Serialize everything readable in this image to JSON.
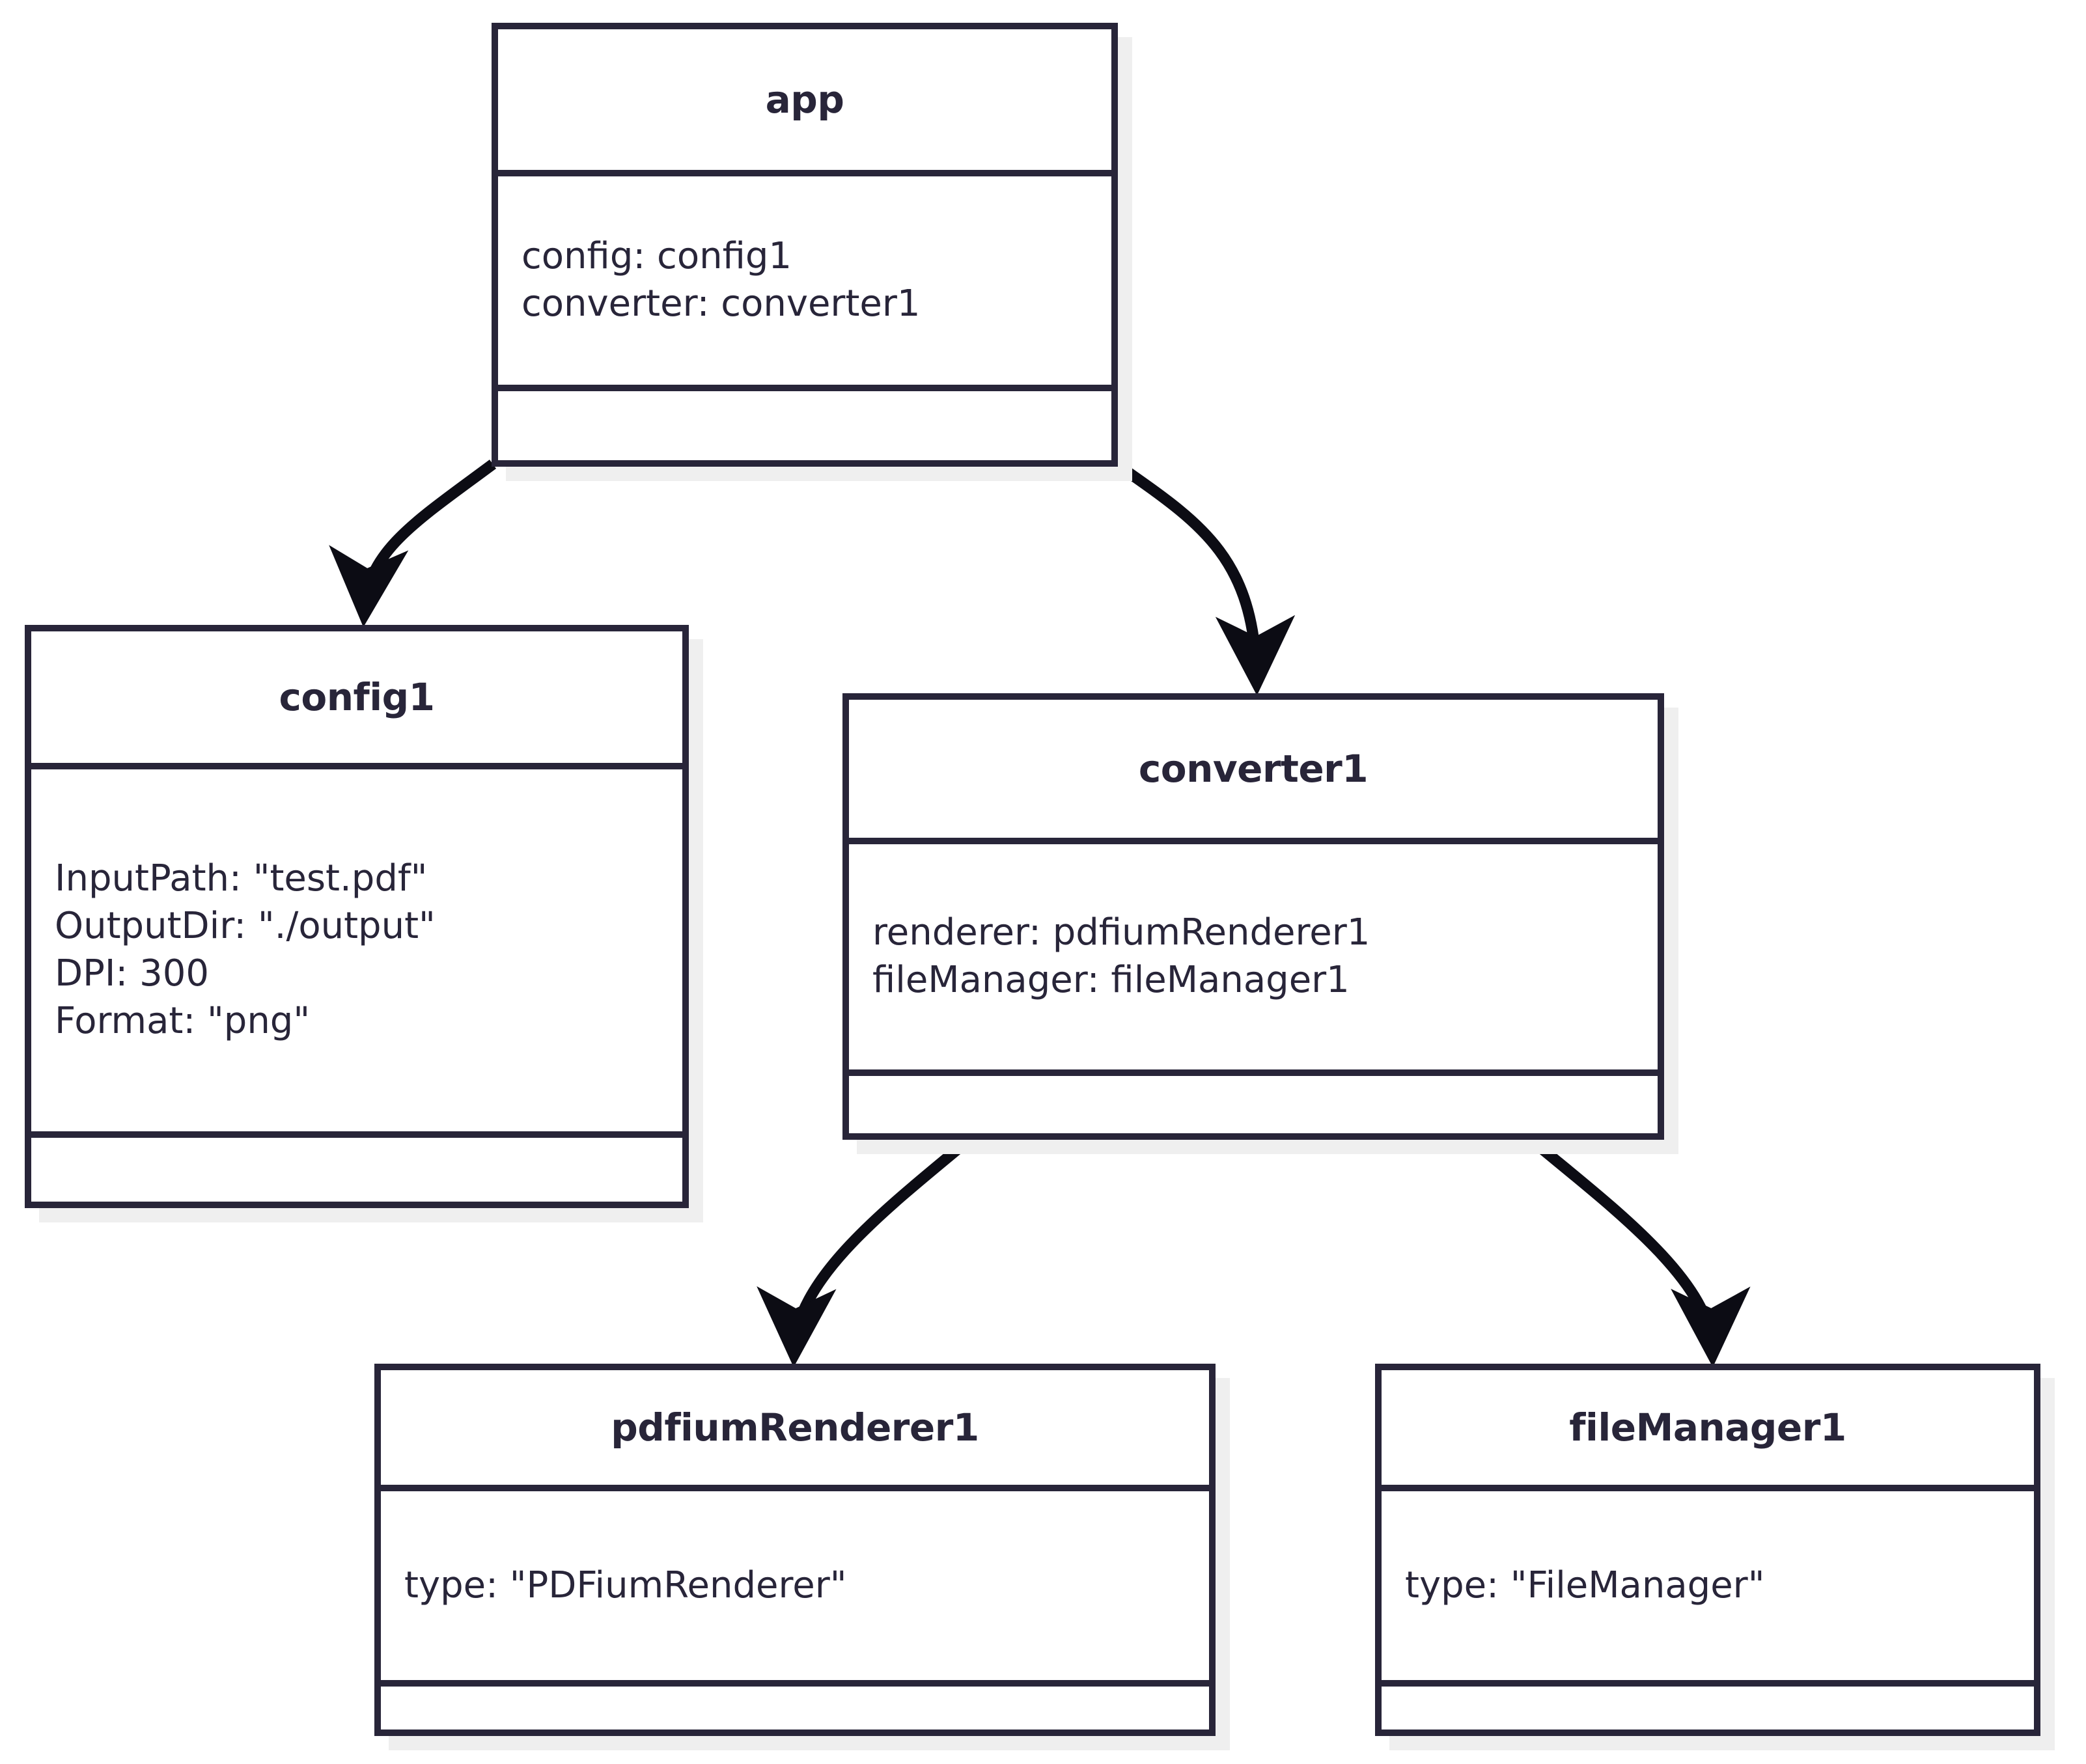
{
  "diagram": {
    "type": "uml-object-diagram",
    "background_color": "#ffffff",
    "stroke_color": "#282539",
    "text_color": "#282539",
    "shadow_color": "#efefef",
    "nodes": [
      {
        "id": "app",
        "title": "app",
        "attributes": [
          "config: config1",
          "converter: converter1"
        ],
        "methods": []
      },
      {
        "id": "config1",
        "title": "config1",
        "attributes": [
          "InputPath: \"test.pdf\"",
          "OutputDir: \"./output\"",
          "DPI: 300",
          "Format: \"png\""
        ],
        "methods": []
      },
      {
        "id": "converter1",
        "title": "converter1",
        "attributes": [
          "renderer: pdfiumRenderer1",
          "fileManager: fileManager1"
        ],
        "methods": []
      },
      {
        "id": "pdfiumRenderer1",
        "title": "pdfiumRenderer1",
        "attributes": [
          "type: \"PDFiumRenderer\""
        ],
        "methods": []
      },
      {
        "id": "fileManager1",
        "title": "fileManager1",
        "attributes": [
          "type: \"FileManager\""
        ],
        "methods": []
      }
    ],
    "edges": [
      {
        "from": "app",
        "to": "config1",
        "label": "",
        "arrow": "open-arrow"
      },
      {
        "from": "app",
        "to": "converter1",
        "label": "",
        "arrow": "open-arrow"
      },
      {
        "from": "converter1",
        "to": "pdfiumRenderer1",
        "label": "",
        "arrow": "open-arrow"
      },
      {
        "from": "converter1",
        "to": "fileManager1",
        "label": "",
        "arrow": "open-arrow"
      }
    ]
  }
}
